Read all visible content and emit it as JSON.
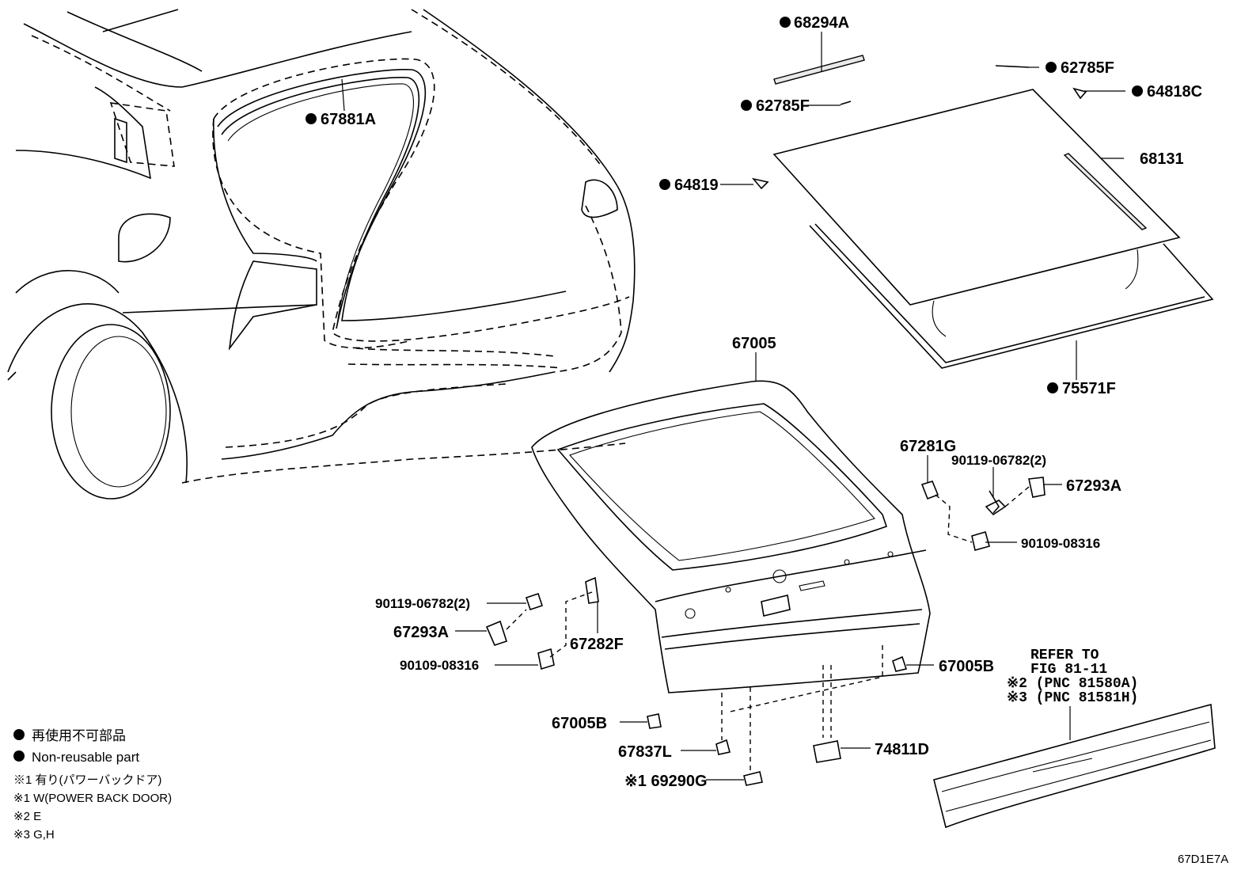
{
  "labels": {
    "p68294A": "68294A",
    "p62785F_right": "62785F",
    "p64818C": "64818C",
    "p62785F_left": "62785F",
    "p67881A": "67881A",
    "p68131": "68131",
    "p64819": "64819",
    "p75571F": "75571F",
    "p67005": "67005",
    "p67281G": "67281G",
    "p90119_right": "90119-06782(2)",
    "p67293A_right": "67293A",
    "p90109_right": "90109-08316",
    "p90119_left": "90119-06782(2)",
    "p67293A_left": "67293A",
    "p67282F": "67282F",
    "p90109_left": "90109-08316",
    "p67005B_right": "67005B",
    "p67005B_left": "67005B",
    "p67837L": "67837L",
    "p74811D": "74811D",
    "p69290G": "※1 69290G"
  },
  "refer": {
    "line1": "REFER TO",
    "line2": "FIG 81-11",
    "line3": "※2 (PNC 81580A)",
    "line4": "※3 (PNC 81581H)"
  },
  "legend": {
    "jp": "再使用不可部品",
    "en": "Non-reusable part",
    "note1_jp": "※1 有り(パワーバックドア)",
    "note1_en": "※1 W(POWER BACK DOOR)",
    "note2": "※2 E",
    "note3": "※3 G,H"
  },
  "figure_code": "67D1E7A",
  "colors": {
    "ink": "#000000",
    "background": "#ffffff"
  }
}
